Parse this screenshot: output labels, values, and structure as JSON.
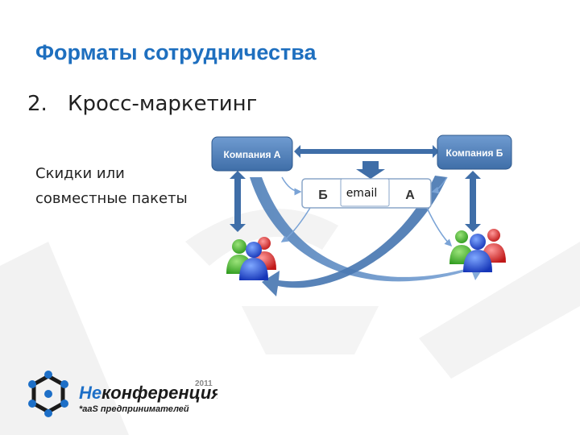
{
  "slide": {
    "title": "Форматы сотрудничества",
    "point_number": "2.",
    "point_text": "Кросс-маркетинг",
    "description_lines": [
      "Скидки или",
      "совместные пакеты"
    ]
  },
  "diagram": {
    "company_a": "Компания А",
    "company_b": "Компания Б",
    "package_left": "Б",
    "package_middle": "email",
    "package_right": "А"
  },
  "logo": {
    "brand_prefix": "Не",
    "brand_rest": "конференция",
    "year": "2011",
    "tagline": "*aaS предпринимателей"
  },
  "colors": {
    "title": "#1e6fbf",
    "node_fill": "#4f7fb8",
    "arrow": "#5b8bc4",
    "logo_blue": "#1d6fc7"
  }
}
